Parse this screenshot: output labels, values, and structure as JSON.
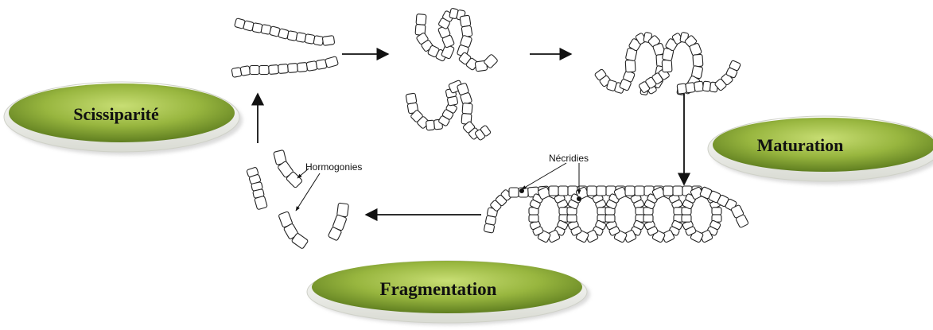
{
  "stages": {
    "scissiparite": "Scissiparité",
    "maturation": "Maturation",
    "fragmentation": "Fragmentation"
  },
  "annotations": {
    "hormogonies": "Hormogonies",
    "necridies": "Nécridies"
  },
  "colors": {
    "ellipse_light": "#c3d96e",
    "ellipse_mid": "#93b33c",
    "ellipse_dark": "#5c7b1e",
    "ellipse_rim": "#e9ebe3",
    "ink": "#111111"
  }
}
